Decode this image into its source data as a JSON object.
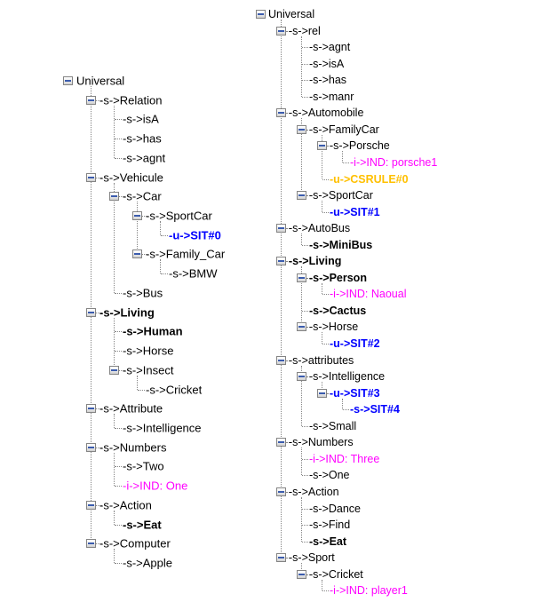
{
  "colors": {
    "black": "#000000",
    "bold": "#000000",
    "blue": "#0000ff",
    "magenta": "#ff00ff",
    "orange": "#ffc000",
    "connector": "#858585",
    "background": "#ffffff",
    "expand_box_minus": "#3b5cad"
  },
  "left_tree": {
    "root": {
      "label": "Universal",
      "style": "black",
      "children": [
        {
          "label": "-s->Relation",
          "style": "black",
          "children": [
            {
              "label": "-s->isA",
              "style": "black"
            },
            {
              "label": "-s->has",
              "style": "black"
            },
            {
              "label": "-s->agnt",
              "style": "black"
            }
          ]
        },
        {
          "label": "-s->Vehicule",
          "style": "black",
          "children": [
            {
              "label": "-s->Car",
              "style": "black",
              "children": [
                {
                  "label": "-s->SportCar",
                  "style": "black",
                  "children": [
                    {
                      "label": "-u->SIT#0",
                      "style": "blue"
                    }
                  ]
                },
                {
                  "label": "-s->Family_Car",
                  "style": "black",
                  "children": [
                    {
                      "label": "-s->BMW",
                      "style": "black"
                    }
                  ]
                }
              ]
            },
            {
              "label": "-s->Bus",
              "style": "black"
            }
          ]
        },
        {
          "label": "-s->Living",
          "style": "bold",
          "children": [
            {
              "label": "-s->Human",
              "style": "bold"
            },
            {
              "label": "-s->Horse",
              "style": "black"
            },
            {
              "label": "-s->Insect",
              "style": "black",
              "children": [
                {
                  "label": "-s->Cricket",
                  "style": "black"
                }
              ]
            }
          ]
        },
        {
          "label": "-s->Attribute",
          "style": "black",
          "children": [
            {
              "label": "-s->Intelligence",
              "style": "black"
            }
          ]
        },
        {
          "label": "-s->Numbers",
          "style": "black",
          "children": [
            {
              "label": "-s->Two",
              "style": "black"
            },
            {
              "label": "-i->IND: One",
              "style": "magenta"
            }
          ]
        },
        {
          "label": "-s->Action",
          "style": "black",
          "children": [
            {
              "label": "-s->Eat",
              "style": "bold"
            }
          ]
        },
        {
          "label": "-s->Computer",
          "style": "black",
          "children": [
            {
              "label": "-s->Apple",
              "style": "black"
            }
          ]
        }
      ]
    }
  },
  "right_tree": {
    "root": {
      "label": "Universal",
      "style": "black",
      "children": [
        {
          "label": "-s->rel",
          "style": "black",
          "children": [
            {
              "label": "-s->agnt",
              "style": "black"
            },
            {
              "label": "-s->isA",
              "style": "black"
            },
            {
              "label": "-s->has",
              "style": "black"
            },
            {
              "label": "-s->manr",
              "style": "black"
            }
          ]
        },
        {
          "label": "-s->Automobile",
          "style": "black",
          "children": [
            {
              "label": "-s->FamilyCar",
              "style": "black",
              "children": [
                {
                  "label": "-s->Porsche",
                  "style": "black",
                  "children": [
                    {
                      "label": "-i->IND: porsche1",
                      "style": "magenta"
                    }
                  ]
                },
                {
                  "label": "-u->CSRULE#0",
                  "style": "orange"
                }
              ]
            },
            {
              "label": "-s->SportCar",
              "style": "black",
              "children": [
                {
                  "label": "-u->SIT#1",
                  "style": "blue"
                }
              ]
            }
          ]
        },
        {
          "label": "-s->AutoBus",
          "style": "black",
          "children": [
            {
              "label": "-s->MiniBus",
              "style": "bold"
            }
          ]
        },
        {
          "label": "-s->Living",
          "style": "bold",
          "children": [
            {
              "label": "-s->Person",
              "style": "bold",
              "children": [
                {
                  "label": "-i->IND: Naoual",
                  "style": "magenta"
                }
              ]
            },
            {
              "label": "-s->Cactus",
              "style": "bold"
            },
            {
              "label": "-s->Horse",
              "style": "black",
              "children": [
                {
                  "label": "-u->SIT#2",
                  "style": "blue"
                }
              ]
            }
          ]
        },
        {
          "label": "-s->attributes",
          "style": "black",
          "children": [
            {
              "label": "-s->Intelligence",
              "style": "black",
              "children": [
                {
                  "label": "-u->SIT#3",
                  "style": "blue",
                  "children": [
                    {
                      "label": "-s->SIT#4",
                      "style": "blue"
                    }
                  ]
                }
              ]
            },
            {
              "label": "-s->Small",
              "style": "black"
            }
          ]
        },
        {
          "label": "-s->Numbers",
          "style": "black",
          "children": [
            {
              "label": "-i->IND: Three",
              "style": "magenta"
            },
            {
              "label": "-s->One",
              "style": "black"
            }
          ]
        },
        {
          "label": "-s->Action",
          "style": "black",
          "children": [
            {
              "label": "-s->Dance",
              "style": "black"
            },
            {
              "label": "-s->Find",
              "style": "black"
            },
            {
              "label": "-s->Eat",
              "style": "bold"
            }
          ]
        },
        {
          "label": "-s->Sport",
          "style": "black",
          "children": [
            {
              "label": "-s->Cricket",
              "style": "black",
              "children": [
                {
                  "label": "-i->IND: player1",
                  "style": "magenta"
                }
              ]
            }
          ]
        }
      ]
    }
  }
}
